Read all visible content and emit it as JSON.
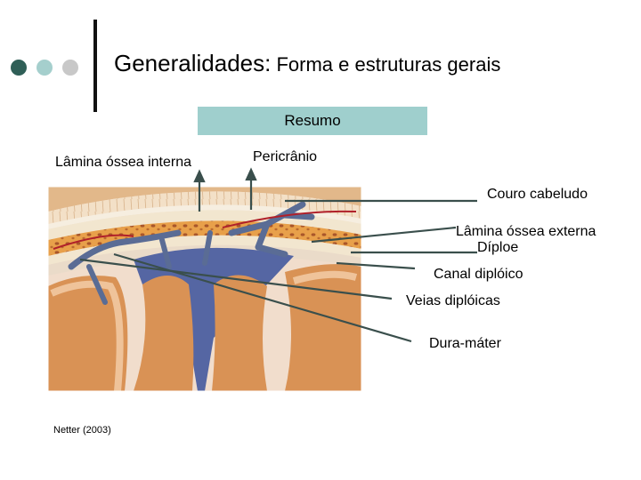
{
  "slide": {
    "title_main": "Generalidades:",
    "title_sub": " Forma e estruturas gerais",
    "resumo_label": "Resumo",
    "credit": "Netter (2003)"
  },
  "labels": {
    "lamina_interna": "Lâmina óssea interna",
    "pericranio": "Pericrânio",
    "couro_cabeludo": "Couro cabeludo",
    "lamina_externa": "Lâmina óssea externa",
    "diploe": "Díploe",
    "canal_diploico": "Canal diplóico",
    "veias_diploicas": "Veias diplóicas",
    "dura_mater": "Dura-máter"
  },
  "colors": {
    "dot_1": "#2f5f57",
    "dot_2": "#a5cfcd",
    "dot_3": "#c8c8c8",
    "resumo_bg": "#9fcfcd",
    "arrow": "#3a4f4c",
    "scalp": "#e2b88a",
    "bone": "#e8a04a",
    "vein": "#5a6c95",
    "sinus": "#5566a3",
    "brain": "#d99255",
    "dura": "#f1ddcc"
  }
}
